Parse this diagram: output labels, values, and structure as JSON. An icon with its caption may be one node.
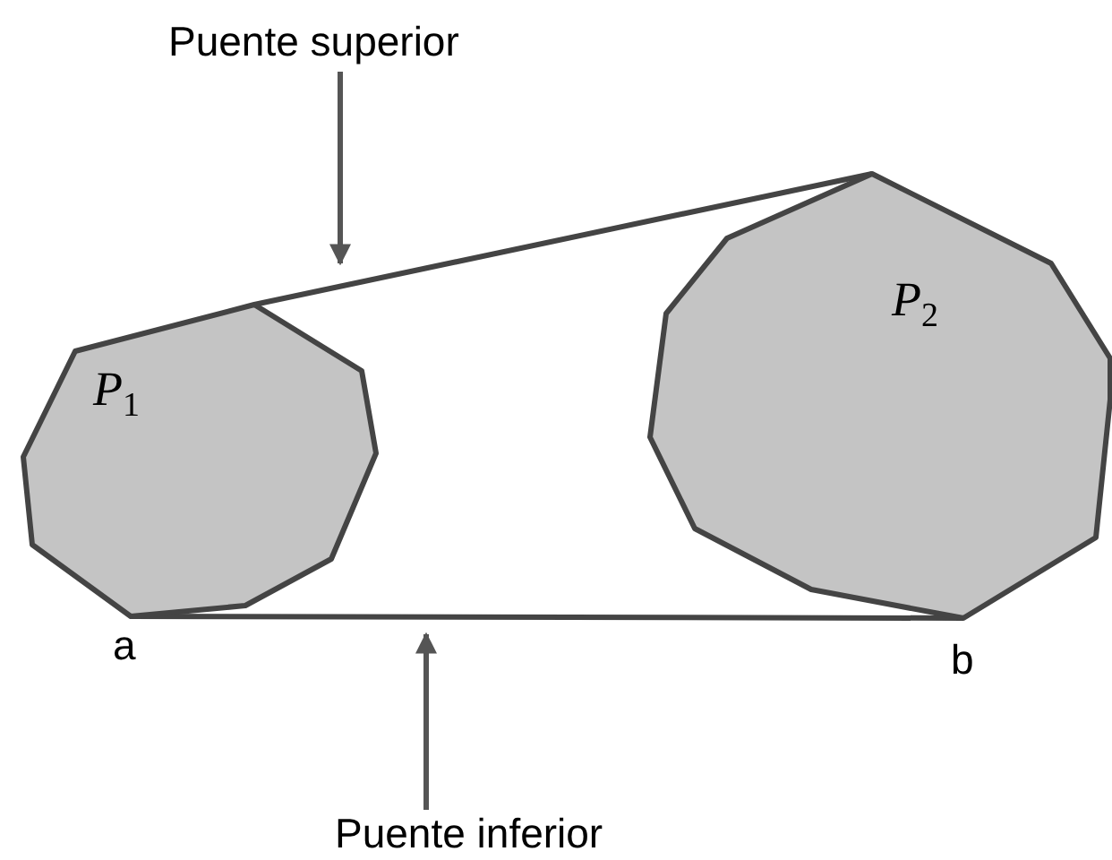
{
  "diagram": {
    "nodes": [
      {
        "text": [
          "Puente superior"
        ]
      },
      {
        "text": [
          "P$_{1}$"
        ]
      },
      {
        "text": [
          "P$_{2}$"
        ]
      },
      {
        "text": [
          "Puente inferior"
        ]
      }
    ],
    "edges": [
      {
        "from": 1,
        "to": 2,
        "arrow": "none"
      },
      {
        "from": 1,
        "to": 2,
        "arrow": "none"
      },
      {
        "from": 0,
        "to": null,
        "arrow": "to"
      },
      {
        "from": 3,
        "to": null,
        "arrow": "to"
      }
    ],
    "labels": [
      "a",
      "b"
    ]
  }
}
